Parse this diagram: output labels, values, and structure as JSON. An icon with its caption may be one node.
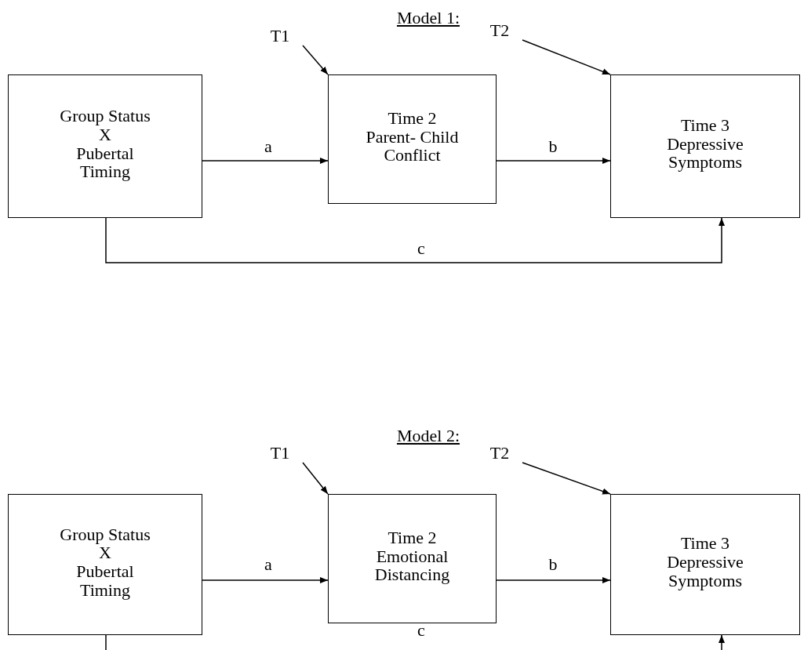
{
  "diagram": {
    "nodes": [
      {
        "text": [
          "T1"
        ]
      },
      {
        "text": [
          "T2"
        ]
      },
      {
        "text": [
          "Group Status",
          "X",
          "Pubertal Timing"
        ]
      },
      {
        "text": [
          "Time 2",
          "Parent- Child Conflict"
        ]
      },
      {
        "text": [
          "Time 3",
          "Depressive Symptoms"
        ]
      },
      {
        "text": [
          "T1"
        ]
      },
      {
        "text": [
          "T2"
        ]
      },
      {
        "text": [
          "Group Status",
          "X",
          "Pubertal Timing"
        ]
      },
      {
        "text": [
          "Time 2",
          "Emotional Distancing"
        ]
      },
      {
        "text": [
          "Time 3",
          "Depressive Symptoms"
        ]
      }
    ],
    "edges": [
      {
        "from": 0,
        "to": 3,
        "arrow": "to"
      },
      {
        "from": 1,
        "to": 4,
        "arrow": "to"
      },
      {
        "from": 2,
        "to": 3,
        "arrow": "to",
        "label": "a"
      },
      {
        "from": 3,
        "to": 4,
        "arrow": "to",
        "label": "b"
      },
      {
        "from": 2,
        "to": 4,
        "arrow": "to",
        "label": "c"
      },
      {
        "from": 5,
        "to": 8,
        "arrow": "to"
      },
      {
        "from": 6,
        "to": 9,
        "arrow": "to"
      },
      {
        "from": 7,
        "to": 8,
        "arrow": "to",
        "label": "a"
      },
      {
        "from": 8,
        "to": 9,
        "arrow": "to",
        "label": "b"
      },
      {
        "from": 7,
        "to": null,
        "arrow": "none"
      },
      {
        "from": null,
        "to": 9,
        "arrow": "to"
      }
    ],
    "labels": [
      "Model 1:",
      "Model 2:",
      "c"
    ]
  }
}
